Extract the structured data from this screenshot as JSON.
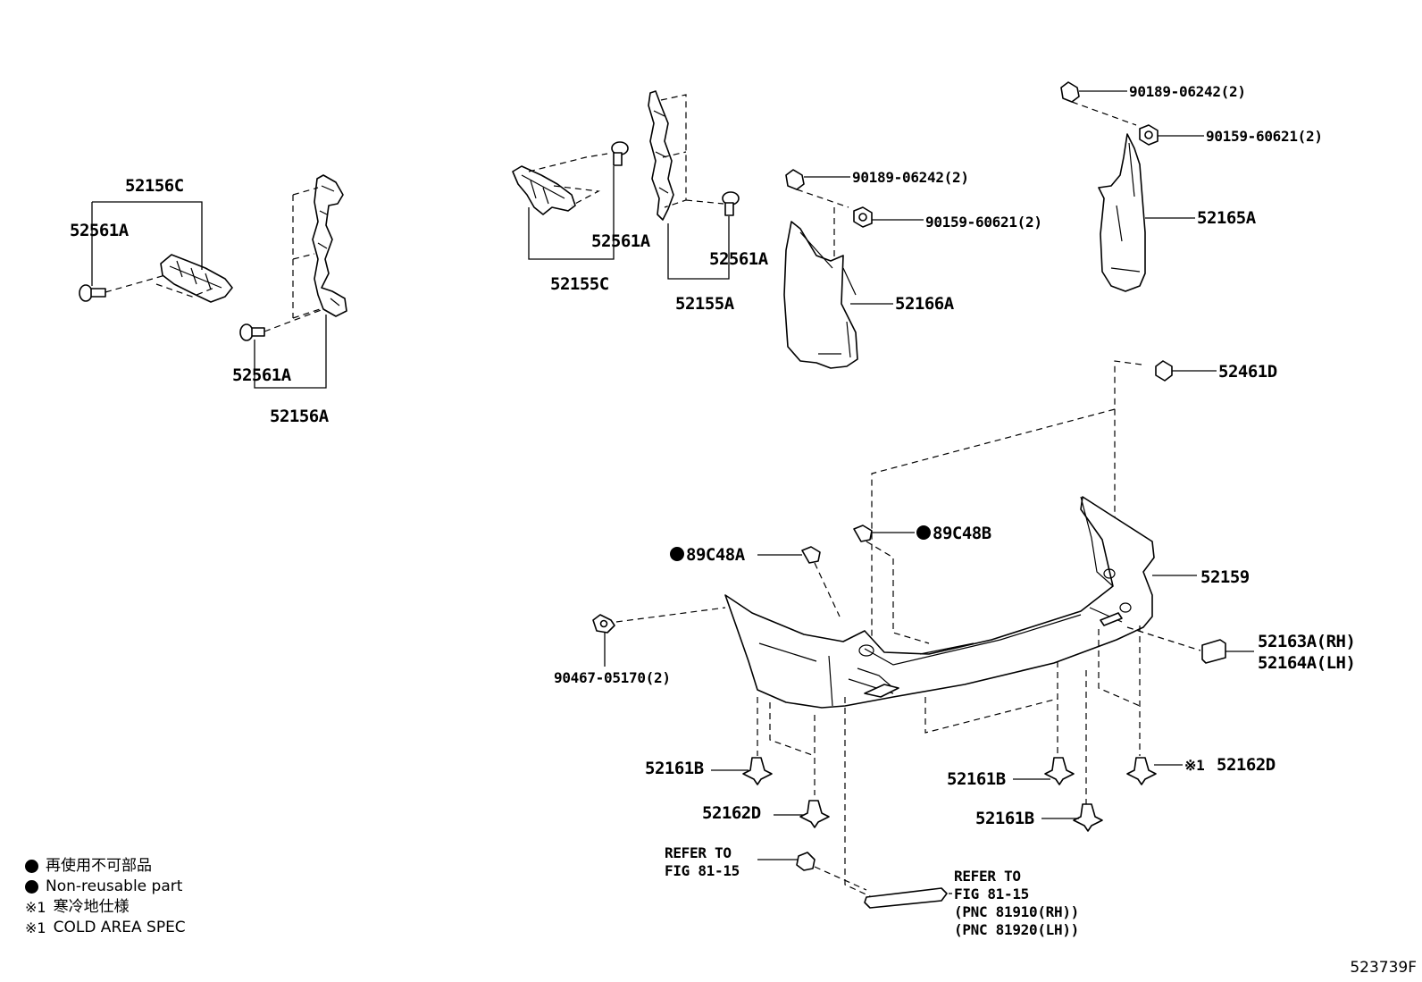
{
  "labels": {
    "p52156C": "52156C",
    "p52561A_1": "52561A",
    "p52561A_2": "52561A",
    "p52156A": "52156A",
    "p52561A_3": "52561A",
    "p52155C": "52155C",
    "p52561A_4": "52561A",
    "p52155A": "52155A",
    "p90189_a": "90189-06242(2)",
    "p90159_a": "90159-60621(2)",
    "p52166A": "52166A",
    "p90189_b": "90189-06242(2)",
    "p90159_b": "90159-60621(2)",
    "p52165A": "52165A",
    "p52461D": "52461D",
    "p89C48B": "89C48B",
    "p89C48A": "89C48A",
    "p52159": "52159",
    "p90467": "90467-05170(2)",
    "p52163A": "52163A(RH)",
    "p52164A": "52164A(LH)",
    "p52161B_1": "52161B",
    "p52162D_1": "52162D",
    "p52161B_2": "52161B",
    "p52161B_3": "52161B",
    "p52162D_2": "52162D",
    "note1_mark": "※1",
    "refer1_a": "REFER TO",
    "refer1_b": "FIG 81-15",
    "refer2_a": "REFER TO",
    "refer2_b": "FIG 81-15",
    "refer2_c": "(PNC 81910(RH))",
    "refer2_d": "(PNC 81920(LH))"
  },
  "legend": {
    "line1": "再使用不可部品",
    "line2": "Non-reusable part",
    "line3_mark": "※1",
    "line3": "寒冷地仕様",
    "line4_mark": "※1",
    "line4": "COLD AREA SPEC"
  },
  "figure_number": "523739F"
}
